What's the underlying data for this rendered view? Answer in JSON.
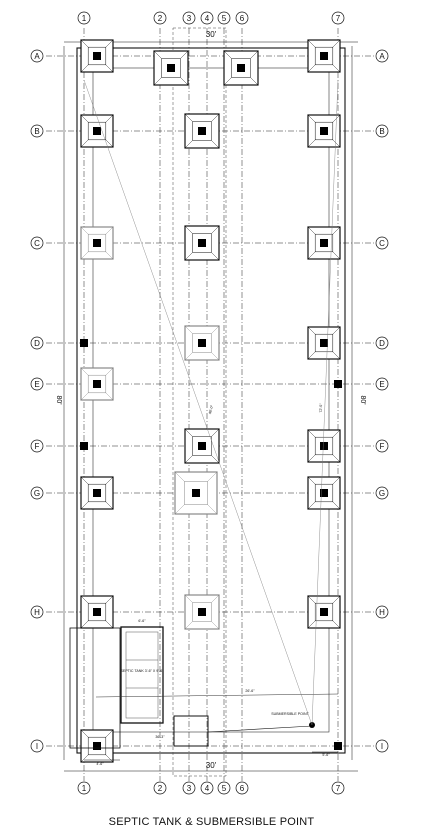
{
  "drawing": {
    "caption": "SEPTIC TANK & SUBMERSIBLE POINT",
    "overall_width": "30'",
    "overall_length": "80'",
    "column_grid": [
      "1",
      "2",
      "3",
      "4",
      "5",
      "6",
      "7"
    ],
    "row_grid": [
      "A",
      "B",
      "C",
      "D",
      "E",
      "F",
      "G",
      "H",
      "I"
    ],
    "septic_tank_label": "SEPTIC TANK 3'-6\" X 9'-6\"",
    "submersible_label": "SUBMERSIBLE POINT",
    "small_dims": [
      "6'-6\"",
      "4'-6\"",
      "26'-6\"",
      "36'-3\"",
      "5'-6\"",
      "6'-6\""
    ],
    "diagonal_dims": [
      "48'-0\"",
      "72'-5\""
    ]
  }
}
